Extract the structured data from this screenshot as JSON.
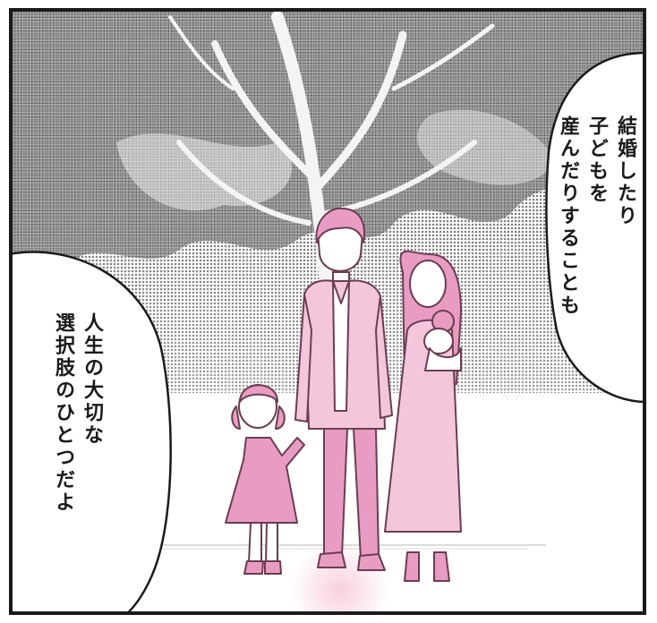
{
  "panel": {
    "bubble_right": {
      "lines": [
        "結婚したり",
        "子どもを",
        "産んだりすることも"
      ]
    },
    "bubble_left": {
      "lines": [
        "人生の大切な",
        "選択肢のひとつだよ"
      ]
    },
    "colors": {
      "pink": "#e99cc2",
      "pink_light": "#f4c6db",
      "outline": "#6a3d52",
      "screentone": "#8a8a8a"
    }
  }
}
